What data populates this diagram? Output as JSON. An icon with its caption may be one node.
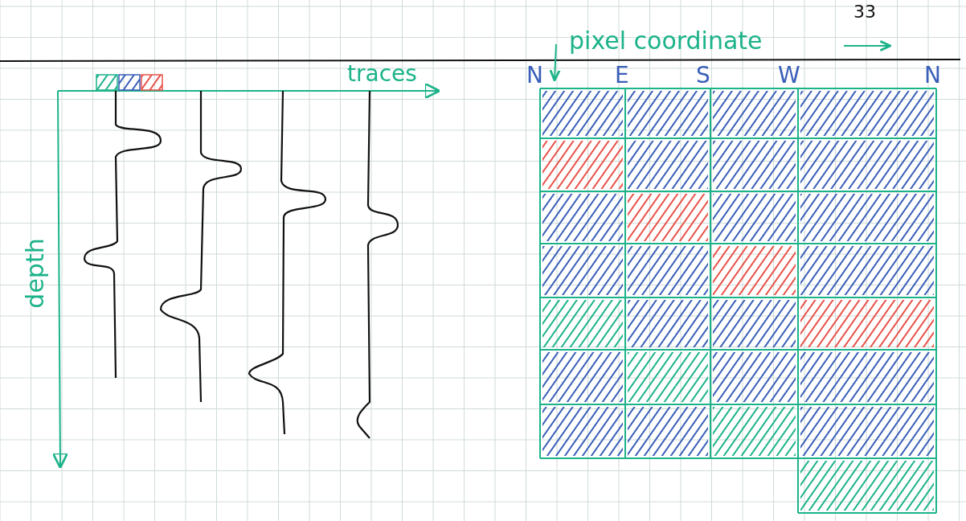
{
  "diagram": {
    "labels": [
      "33",
      "pixel coordinate",
      "traces",
      "N",
      "E",
      "S",
      "W",
      "N",
      "depth"
    ]
  }
}
